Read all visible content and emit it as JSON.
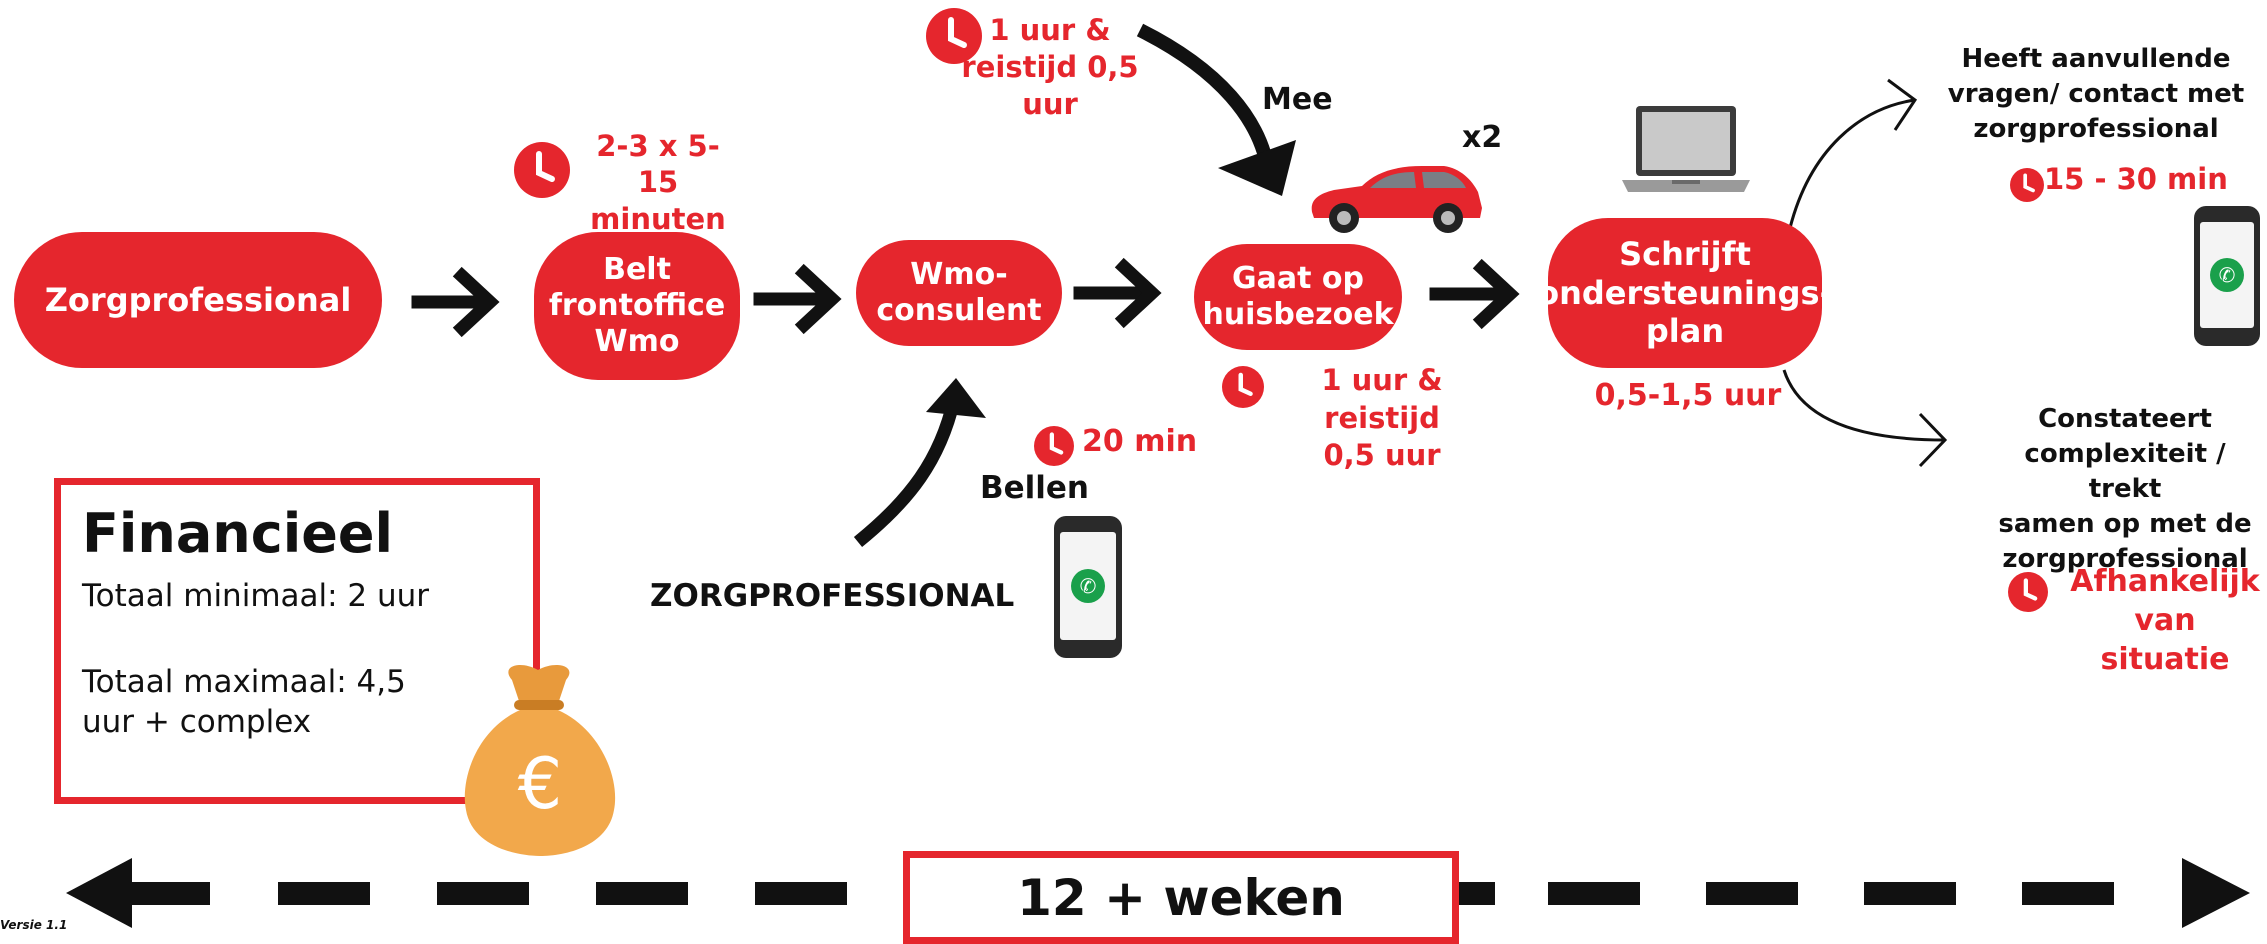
{
  "nodes": {
    "zorgprofessional": "Zorgprofessional",
    "belt": [
      "Belt",
      "frontoffice",
      "Wmo"
    ],
    "consulent": [
      "Wmo-",
      "consulent"
    ],
    "huisbezoek": [
      "Gaat op",
      "huisbezoek"
    ],
    "plan": [
      "Schrijft",
      "ondersteunings-",
      "plan"
    ]
  },
  "times": {
    "belt": [
      "2-3 x 5-15",
      "minuten"
    ],
    "mee": [
      "1 uur &",
      "reistijd 0,5",
      "uur"
    ],
    "bellen": "20 min",
    "huisbezoek": [
      "1 uur & reistijd",
      "0,5 uur"
    ],
    "plan": "0,5-1,5 uur",
    "contact": "15 - 30 min",
    "complex": [
      "Afhankelijk",
      "van situatie"
    ]
  },
  "labels": {
    "mee": "Mee",
    "x2": "x2",
    "bellen": "Bellen",
    "zorgprofessional_caps": "ZORGPROFESSIONAL",
    "contact": [
      "Heeft aanvullende",
      "vragen/ contact met",
      "zorgprofessional"
    ],
    "complex": [
      "Constateert",
      "complexiteit / trekt",
      "samen op met de",
      "zorgprofessional"
    ]
  },
  "financieel": {
    "title": "Financieel",
    "min": "Totaal minimaal: 2 uur",
    "max": [
      "Totaal maximaal: 4,5",
      "uur + complex"
    ],
    "currency": "€"
  },
  "timeline": {
    "label": "12 + weken"
  },
  "version": "Versie 1.1",
  "colors": {
    "accent": "#e5262d",
    "text": "#111111",
    "bag": "#f2a84b",
    "phone_call": "#1aa04b"
  },
  "icons": [
    "clock-icon",
    "phone-icon",
    "car-icon",
    "laptop-icon",
    "money-bag-icon",
    "arrow-icon"
  ]
}
